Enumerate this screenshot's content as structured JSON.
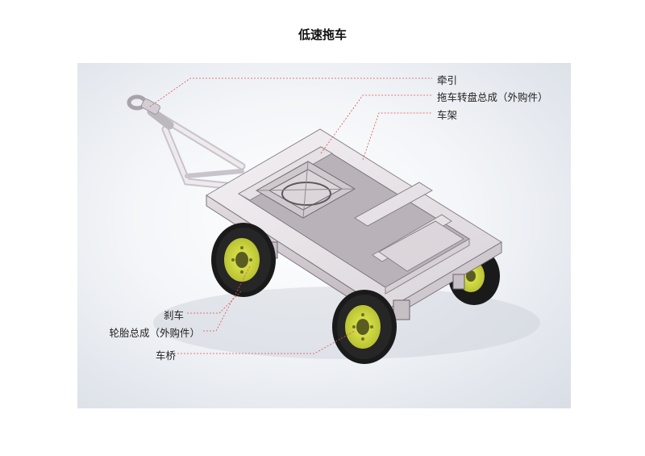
{
  "title": "低速拖车",
  "labels": {
    "traction": "牵引",
    "turntable": "拖车转盘总成（外购件）",
    "frame": "车架",
    "brake": "刹车",
    "tire": "轮胎总成（外购件）",
    "axle": "车桥"
  },
  "colors": {
    "leader_line": "#e05050",
    "frame_panel": "#eae6ea",
    "tire": "#1a1a1a",
    "rim": "#c8d23a"
  }
}
